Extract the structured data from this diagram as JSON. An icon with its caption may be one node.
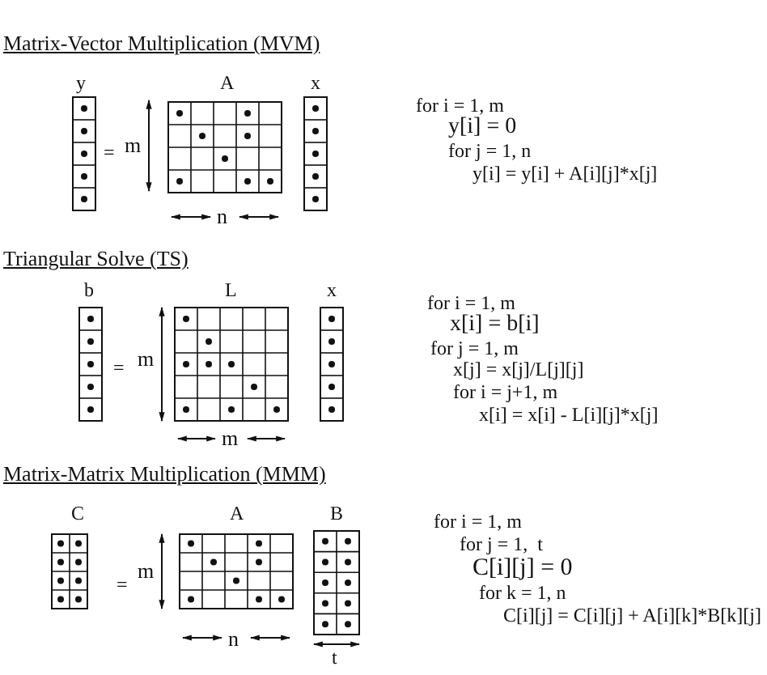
{
  "diagram": {
    "labels": [
      "Matrix-Vector Multiplication (MVM)",
      "y",
      "A",
      "x",
      "=",
      "m",
      "n",
      "for i = 1, m",
      "y[i] = 0",
      "for j = 1, n",
      "y[i] = y[i] + A[i][j]*x[j]",
      "Triangular Solve (TS)",
      "b",
      "L",
      "x",
      "=",
      "m",
      "m",
      "for i = 1, m",
      "x[i] = b[i]",
      "for j = 1, m",
      "x[j] = x[j]/L[j][j]",
      "for i = j+1, m",
      "x[i] = x[i] - L[i][j]*x[j]",
      "Matrix-Matrix Multiplication (MMM)",
      "C",
      "A",
      "B",
      "=",
      "m",
      "n",
      "t",
      "for i = 1, m",
      "for j = 1,  t",
      "C[i][j] = 0",
      "for k = 1, n",
      "C[i][j] = C[i][j] + A[i][k]*B[k][j]"
    ]
  }
}
